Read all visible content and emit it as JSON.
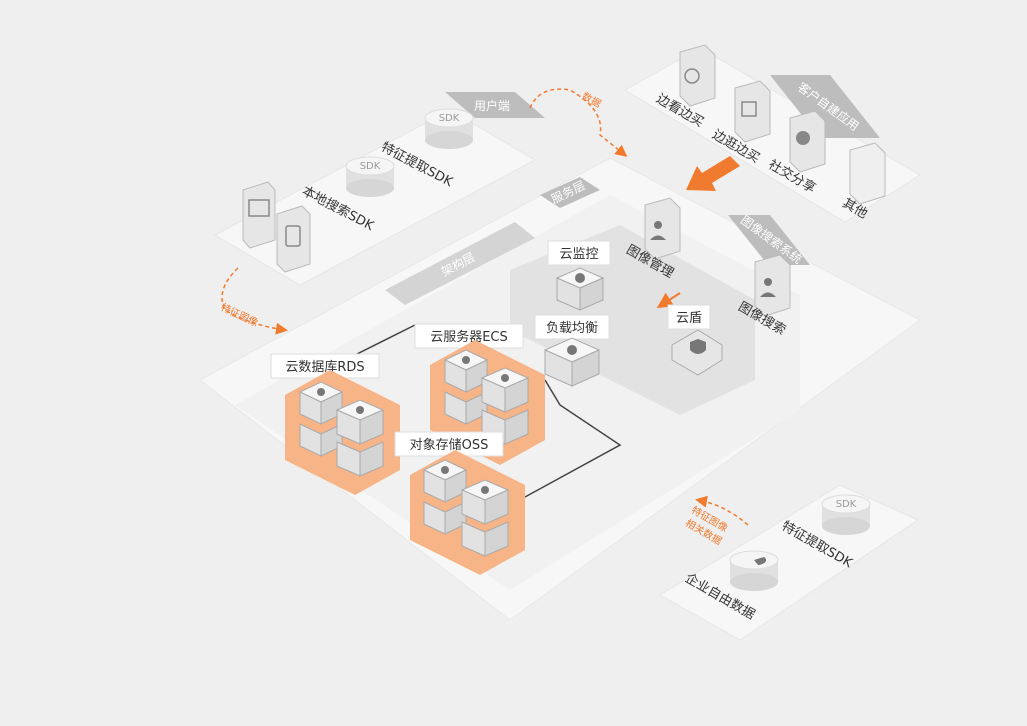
{
  "colors": {
    "background": "#efefef",
    "platform": "#f7f7f7",
    "platform_inner": "#ececec",
    "layer_band": "#d9d9d9",
    "tag_bg": "#bdbdbd",
    "accent": "#f07a2e",
    "accent_light": "#f6b487",
    "device": "#e6e6e6",
    "line": "#444444"
  },
  "user_side": {
    "tag": "用户端",
    "feature_sdk": "特征提取SDK",
    "local_sdk": "本地搜索SDK",
    "sdk_badge": "SDK"
  },
  "customer_apps": {
    "tag": "客户自建应用",
    "items": [
      "边看边买",
      "边逛边买",
      "社交分享",
      "其他"
    ]
  },
  "service_layer": {
    "tag": "服务层",
    "image_management": "图像管理"
  },
  "image_search_system": {
    "tag": "图像搜索系统",
    "image_search": "图像搜索"
  },
  "architecture_layer": {
    "tag": "架构层"
  },
  "cloud": {
    "monitor": "云监控",
    "load_balance": "负载均衡",
    "shield": "云盾",
    "ecs": "云服务器ECS",
    "rds": "云数据库RDS",
    "oss": "对象存储OSS"
  },
  "flows": {
    "data": "数据",
    "feature_image": "特征图像",
    "feature_image_line1": "特征图像",
    "feature_image_line2": "相关数据"
  },
  "enterprise": {
    "feature_sdk": "特征提取SDK",
    "free_data": "企业自由数据",
    "sdk_badge": "SDK"
  }
}
